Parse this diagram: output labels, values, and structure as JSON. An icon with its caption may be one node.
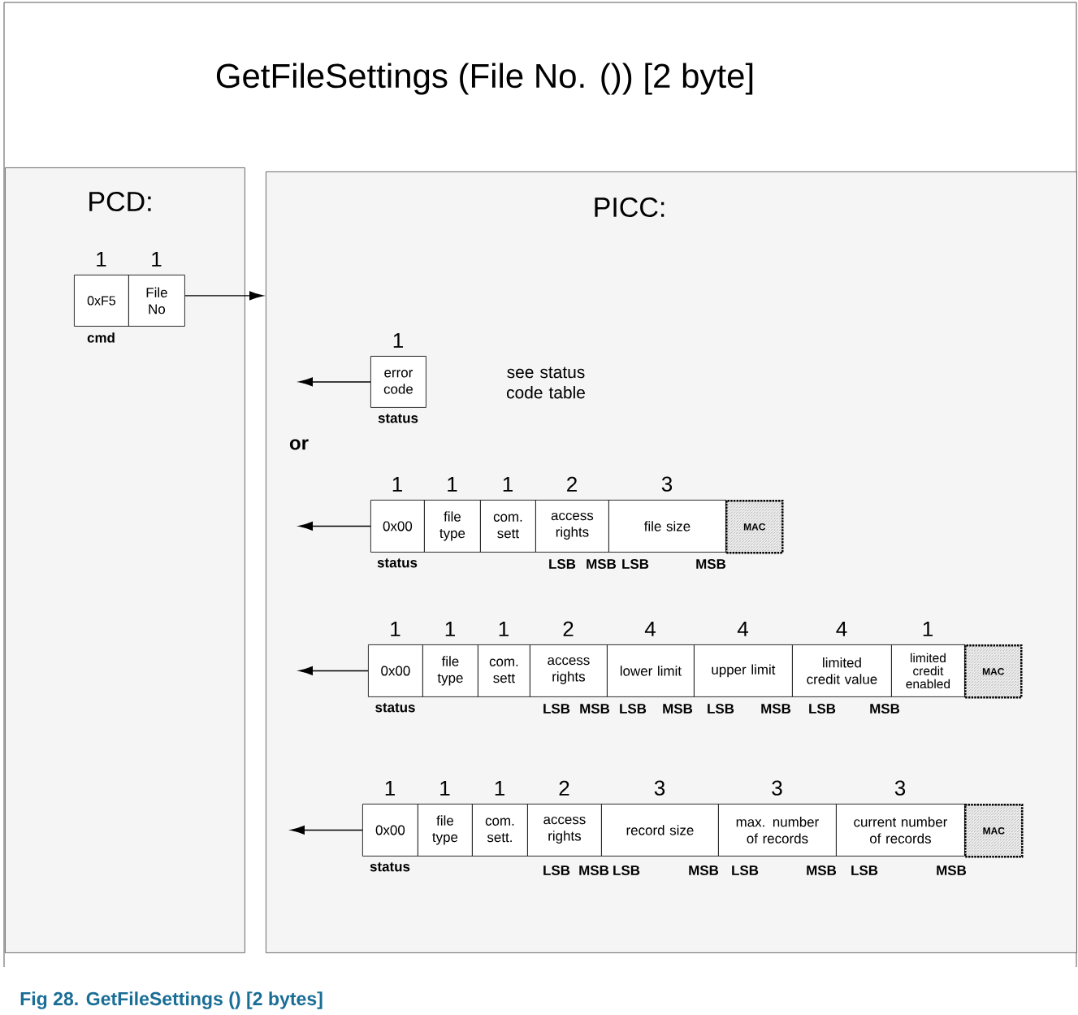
{
  "diagram": {
    "title": "GetFileSettings (File No. ())  [2 byte]",
    "caption": "Fig 28.  GetFileSettings () [2 bytes]",
    "nodes": [
      {
        "text": [
          "PCD:"
        ]
      },
      {
        "text": [
          "0xF5"
        ],
        "in": 0,
        "beside": [
          "1",
          "cmd"
        ]
      },
      {
        "text": [
          "File No"
        ],
        "in": 0,
        "beside": [
          "1"
        ]
      },
      {
        "text": [
          "PICC:"
        ]
      },
      {
        "text": [
          "error code"
        ],
        "in": 3,
        "beside": [
          "1",
          "status"
        ]
      },
      {
        "text": [
          "0x00"
        ],
        "in": 3,
        "beside": [
          "1",
          "status"
        ]
      },
      {
        "text": [
          "file type"
        ],
        "in": 3,
        "beside": [
          "1"
        ]
      },
      {
        "text": [
          "com. sett"
        ],
        "in": 3,
        "beside": [
          "1"
        ]
      },
      {
        "text": [
          "access rights"
        ],
        "in": 3,
        "beside": [
          "2"
        ]
      },
      {
        "text": [
          "file size"
        ],
        "in": 3,
        "beside": [
          "3"
        ]
      },
      {
        "text": [
          "MAC"
        ],
        "in": 3
      },
      {
        "text": [
          "0x00"
        ],
        "in": 3,
        "beside": [
          "1",
          "status"
        ]
      },
      {
        "text": [
          "file type"
        ],
        "in": 3,
        "beside": [
          "1"
        ]
      },
      {
        "text": [
          "com. sett"
        ],
        "in": 3,
        "beside": [
          "1"
        ]
      },
      {
        "text": [
          "access rights"
        ],
        "in": 3,
        "beside": [
          "2"
        ]
      },
      {
        "text": [
          "lower limit"
        ],
        "in": 3,
        "beside": [
          "4"
        ]
      },
      {
        "text": [
          "upper limit"
        ],
        "in": 3,
        "beside": [
          "4"
        ]
      },
      {
        "text": [
          "limited credit value"
        ],
        "in": 3,
        "beside": [
          "4"
        ]
      },
      {
        "text": [
          "limited credit enabled"
        ],
        "in": 3,
        "beside": [
          "1"
        ]
      },
      {
        "text": [
          "MAC"
        ],
        "in": 3
      },
      {
        "text": [
          "0x00"
        ],
        "in": 3,
        "beside": [
          "1",
          "status"
        ]
      },
      {
        "text": [
          "file type"
        ],
        "in": 3,
        "beside": [
          "1"
        ]
      },
      {
        "text": [
          "com. sett."
        ],
        "in": 3,
        "beside": [
          "1"
        ]
      },
      {
        "text": [
          "access rights"
        ],
        "in": 3,
        "beside": [
          "2"
        ]
      },
      {
        "text": [
          "record size"
        ],
        "in": 3,
        "beside": [
          "3"
        ]
      },
      {
        "text": [
          "max.  number of records"
        ],
        "in": 3,
        "beside": [
          "3"
        ]
      },
      {
        "text": [
          "current number of records"
        ],
        "in": 3,
        "beside": [
          "3"
        ]
      },
      {
        "text": [
          "MAC"
        ],
        "in": 3
      }
    ],
    "edges": [
      {
        "from": 2,
        "to": 3,
        "arrow": "to"
      },
      {
        "from": 4,
        "to": null,
        "arrow": "to"
      },
      {
        "from": 5,
        "to": null,
        "arrow": "to"
      },
      {
        "from": 11,
        "to": null,
        "arrow": "to"
      },
      {
        "from": 20,
        "to": null,
        "arrow": "to"
      }
    ],
    "labels": [
      "or",
      "see status code table",
      "LSB",
      "MSB",
      "LSB",
      "MSB",
      "LSB",
      "MSB",
      "LSB",
      "MSB",
      "LSB",
      "MSB",
      "LSB",
      "MSB",
      "LSB",
      "MSB",
      "LSB",
      "MSB",
      "LSB",
      "MSB",
      "LSB",
      "MSB"
    ]
  }
}
